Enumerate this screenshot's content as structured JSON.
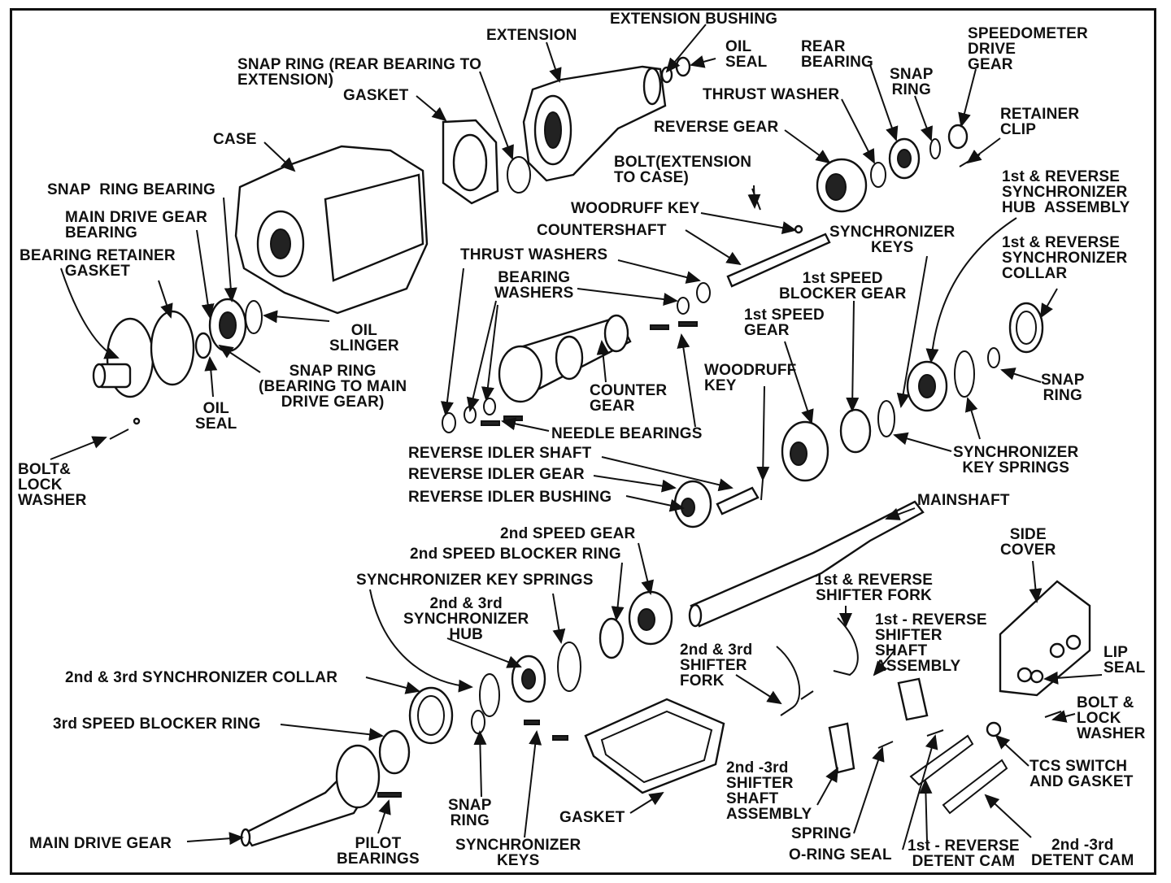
{
  "labels": {
    "extension_bushing": "EXTENSION BUSHING",
    "extension": "EXTENSION",
    "oil_seal_top": "OIL\nSEAL",
    "rear_bearing": "REAR\nBEARING",
    "snap_ring_top": "SNAP\nRING",
    "speedometer_drive_gear": "SPEEDOMETER\nDRIVE\nGEAR",
    "snap_ring_rear_bearing": "SNAP RING (REAR BEARING TO\nEXTENSION)",
    "gasket_top": "GASKET",
    "thrust_washer": "THRUST WASHER",
    "retainer_clip": "RETAINER\nCLIP",
    "case": "CASE",
    "reverse_gear": "REVERSE GEAR",
    "bolt_extension_to_case": "BOLT(EXTENSION\nTO CASE)",
    "first_reverse_sync_hub": "1st & REVERSE\nSYNCHRONIZER\nHUB  ASSEMBLY",
    "snap_ring_bearing": "SNAP  RING BEARING",
    "woodruff_key_top": "WOODRUFF KEY",
    "main_drive_gear_bearing": "MAIN DRIVE GEAR\nBEARING",
    "countershaft": "COUNTERSHAFT",
    "synchronizer_keys_top": "SYNCHRONIZER\nKEYS",
    "first_reverse_sync_collar": "1st & REVERSE\nSYNCHRONIZER\nCOLLAR",
    "bearing_retainer_gasket": "BEARING RETAINER\nGASKET",
    "thrust_washers": "THRUST WASHERS",
    "bearing_washers": "BEARING\nWASHERS",
    "first_speed_blocker_gear": "1st SPEED\nBLOCKER GEAR",
    "oil_slinger": "OIL\nSLINGER",
    "first_speed_gear": "1st SPEED\nGEAR",
    "woodruff_key_mid": "WOODRUFF\nKEY",
    "snap_ring_bearing_to_main": "SNAP RING\n(BEARING TO MAIN\nDRIVE GEAR)",
    "counter_gear": "COUNTER\nGEAR",
    "snap_ring_right": "SNAP\nRING",
    "oil_seal_left": "OIL\nSEAL",
    "needle_bearings": "NEEDLE BEARINGS",
    "bolt_lock_washer_left": "BOLT&\nLOCK\nWASHER",
    "reverse_idler_shaft": "REVERSE IDLER SHAFT",
    "synchronizer_key_springs_right": "SYNCHRONIZER\nKEY SPRINGS",
    "reverse_idler_gear": "REVERSE IDLER GEAR",
    "reverse_idler_bushing": "REVERSE IDLER BUSHING",
    "mainshaft": "MAINSHAFT",
    "second_speed_gear": "2nd SPEED GEAR",
    "side_cover": "SIDE\nCOVER",
    "second_speed_blocker_ring": "2nd SPEED BLOCKER RING",
    "synchronizer_key_springs_mid": "SYNCHRONIZER KEY SPRINGS",
    "first_reverse_shifter_fork": "1st & REVERSE\nSHIFTER FORK",
    "second_third_sync_hub": "2nd & 3rd\nSYNCHRONIZER\nHUB",
    "first_reverse_shifter_shaft": "1st - REVERSE\nSHIFTER\nSHAFT\nASSEMBLY",
    "second_third_shifter_fork": "2nd & 3rd\nSHIFTER\nFORK",
    "lip_seal": "LIP\nSEAL",
    "second_third_sync_collar": "2nd & 3rd SYNCHRONIZER COLLAR",
    "bolt_lock_washer_right": "BOLT &\nLOCK\nWASHER",
    "third_speed_blocker_ring": "3rd SPEED BLOCKER RING",
    "tcs_switch_gasket": "TCS SWITCH\nAND GASKET",
    "second_third_shifter_shaft": "2nd -3rd\nSHIFTER\nSHAFT\nASSEMBLY",
    "snap_ring_bottom": "SNAP\nRING",
    "gasket_bottom": "GASKET",
    "main_drive_gear": "MAIN DRIVE GEAR",
    "pilot_bearings": "PILOT\nBEARINGS",
    "synchronizer_keys_bottom": "SYNCHRONIZER\nKEYS",
    "spring": "SPRING",
    "o_ring_seal": "O-RING SEAL",
    "first_reverse_detent_cam": "1st - REVERSE\nDETENT CAM",
    "second_third_detent_cam": "2nd -3rd\nDETENT CAM"
  }
}
